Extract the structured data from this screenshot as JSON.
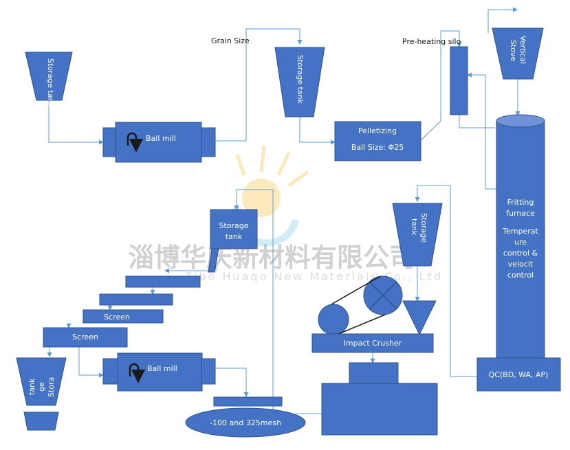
{
  "labels": {
    "storage_tank_1": "Storage tank",
    "ball_mill_1": "Ball mill",
    "grain_size": "Grain Size",
    "storage_tank_2": "Storage tank",
    "pelletizing": "Pelletizing",
    "ball_size": "Ball Size: Φ25",
    "preheating_silo": "Pre-heating silo",
    "vertical_stove": "Vertical Stove",
    "fritting_furnace": [
      "Fritting",
      "furnace"
    ],
    "temperature_control": [
      "Temperat",
      "ure",
      "control &",
      "velocit",
      "control"
    ],
    "qc": "QC(BD, WA, AP)",
    "storage_tank_3": "Storage tank",
    "impact_crusher": "Impact Crusher",
    "storage_tank_4": [
      "Storage",
      "tank"
    ],
    "screen_1": "Screen",
    "screen_2": "Screen",
    "ball_mill_2": "Ball mill",
    "storage_tank_5": [
      "Stora",
      "ge",
      "tank"
    ],
    "mesh": "-100 and 325mesh"
  },
  "watermark": {
    "chinese": "淄博华庆新材料有限公司",
    "english": "Zibo Huaqo New Materials Co., Ltd"
  },
  "colors": {
    "fill": "#4472c4",
    "stroke": "#2f528f",
    "arrow": "#5b9bd5"
  }
}
